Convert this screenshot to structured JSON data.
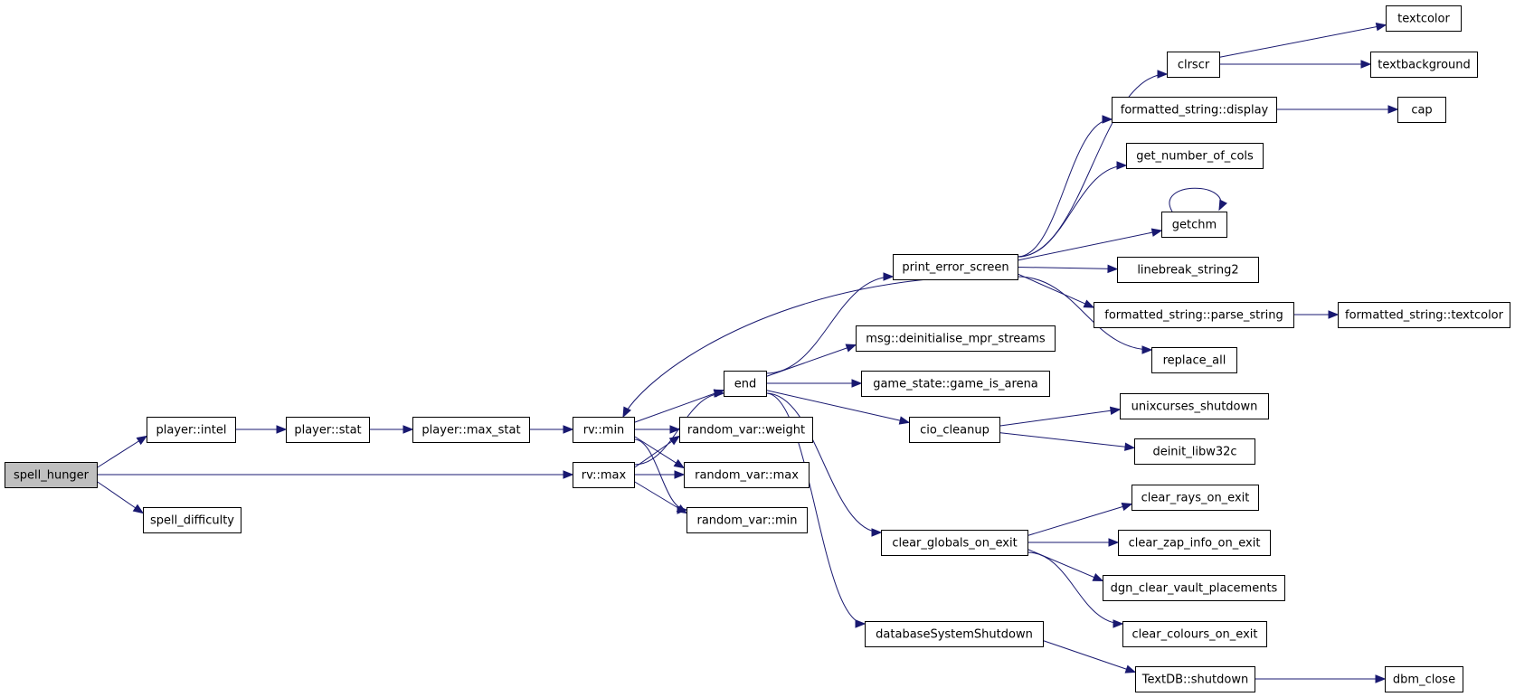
{
  "diagram": {
    "type": "call-graph",
    "root": "spell_hunger",
    "colors": {
      "edge": "#191970",
      "root_fill": "#bfbfbf",
      "node_fill": "#ffffff",
      "border": "#000000"
    },
    "nodes": [
      {
        "id": "spell_hunger",
        "label": "spell_hunger"
      },
      {
        "id": "player_intel",
        "label": "player::intel"
      },
      {
        "id": "spell_difficulty",
        "label": "spell_difficulty"
      },
      {
        "id": "player_stat",
        "label": "player::stat"
      },
      {
        "id": "player_max_stat",
        "label": "player::max_stat"
      },
      {
        "id": "rv_min",
        "label": "rv::min"
      },
      {
        "id": "rv_max",
        "label": "rv::max"
      },
      {
        "id": "end",
        "label": "end"
      },
      {
        "id": "rvar_weight",
        "label": "random_var::weight"
      },
      {
        "id": "rvar_max",
        "label": "random_var::max"
      },
      {
        "id": "rvar_min",
        "label": "random_var::min"
      },
      {
        "id": "print_error_screen",
        "label": "print_error_screen"
      },
      {
        "id": "msg_deinit",
        "label": "msg::deinitialise_mpr_streams"
      },
      {
        "id": "game_is_arena",
        "label": "game_state::game_is_arena"
      },
      {
        "id": "cio_cleanup",
        "label": "cio_cleanup"
      },
      {
        "id": "clear_globals_on_exit",
        "label": "clear_globals_on_exit"
      },
      {
        "id": "databaseSystemShutdown",
        "label": "databaseSystemShutdown"
      },
      {
        "id": "clrscr",
        "label": "clrscr"
      },
      {
        "id": "fs_display",
        "label": "formatted_string::display"
      },
      {
        "id": "get_number_of_cols",
        "label": "get_number_of_cols"
      },
      {
        "id": "getchm",
        "label": "getchm"
      },
      {
        "id": "linebreak_string2",
        "label": "linebreak_string2"
      },
      {
        "id": "fs_parse_string",
        "label": "formatted_string::parse_string"
      },
      {
        "id": "replace_all",
        "label": "replace_all"
      },
      {
        "id": "unixcurses_shutdown",
        "label": "unixcurses_shutdown"
      },
      {
        "id": "deinit_libw32c",
        "label": "deinit_libw32c"
      },
      {
        "id": "clear_rays_on_exit",
        "label": "clear_rays_on_exit"
      },
      {
        "id": "clear_zap_info_on_exit",
        "label": "clear_zap_info_on_exit"
      },
      {
        "id": "dgn_clear_vault_placements",
        "label": "dgn_clear_vault_placements"
      },
      {
        "id": "clear_colours_on_exit",
        "label": "clear_colours_on_exit"
      },
      {
        "id": "textdb_shutdown",
        "label": "TextDB::shutdown"
      },
      {
        "id": "textcolor",
        "label": "textcolor"
      },
      {
        "id": "textbackground",
        "label": "textbackground"
      },
      {
        "id": "cap",
        "label": "cap"
      },
      {
        "id": "fs_textcolor",
        "label": "formatted_string::textcolor"
      },
      {
        "id": "dbm_close",
        "label": "dbm_close"
      }
    ],
    "edges": [
      {
        "from": "spell_hunger",
        "to": "player_intel"
      },
      {
        "from": "spell_hunger",
        "to": "rv_max"
      },
      {
        "from": "spell_hunger",
        "to": "spell_difficulty"
      },
      {
        "from": "player_intel",
        "to": "player_stat"
      },
      {
        "from": "player_stat",
        "to": "player_max_stat"
      },
      {
        "from": "player_max_stat",
        "to": "rv_min"
      },
      {
        "from": "rv_min",
        "to": "end"
      },
      {
        "from": "rv_min",
        "to": "rvar_weight"
      },
      {
        "from": "rv_min",
        "to": "rvar_max"
      },
      {
        "from": "rv_min",
        "to": "rvar_min"
      },
      {
        "from": "rv_max",
        "to": "end"
      },
      {
        "from": "rv_max",
        "to": "rvar_weight"
      },
      {
        "from": "rv_max",
        "to": "rvar_max"
      },
      {
        "from": "rv_max",
        "to": "rvar_min"
      },
      {
        "from": "end",
        "to": "print_error_screen"
      },
      {
        "from": "end",
        "to": "msg_deinit"
      },
      {
        "from": "end",
        "to": "game_is_arena"
      },
      {
        "from": "end",
        "to": "cio_cleanup"
      },
      {
        "from": "end",
        "to": "clear_globals_on_exit"
      },
      {
        "from": "end",
        "to": "databaseSystemShutdown"
      },
      {
        "from": "print_error_screen",
        "to": "rv_min"
      },
      {
        "from": "print_error_screen",
        "to": "clrscr"
      },
      {
        "from": "print_error_screen",
        "to": "fs_display"
      },
      {
        "from": "print_error_screen",
        "to": "get_number_of_cols"
      },
      {
        "from": "print_error_screen",
        "to": "getchm"
      },
      {
        "from": "print_error_screen",
        "to": "linebreak_string2"
      },
      {
        "from": "print_error_screen",
        "to": "fs_parse_string"
      },
      {
        "from": "print_error_screen",
        "to": "replace_all"
      },
      {
        "from": "clrscr",
        "to": "textcolor"
      },
      {
        "from": "clrscr",
        "to": "textbackground"
      },
      {
        "from": "fs_display",
        "to": "cap"
      },
      {
        "from": "getchm",
        "to": "getchm"
      },
      {
        "from": "fs_parse_string",
        "to": "fs_textcolor"
      },
      {
        "from": "cio_cleanup",
        "to": "unixcurses_shutdown"
      },
      {
        "from": "cio_cleanup",
        "to": "deinit_libw32c"
      },
      {
        "from": "clear_globals_on_exit",
        "to": "clear_rays_on_exit"
      },
      {
        "from": "clear_globals_on_exit",
        "to": "clear_zap_info_on_exit"
      },
      {
        "from": "clear_globals_on_exit",
        "to": "dgn_clear_vault_placements"
      },
      {
        "from": "clear_globals_on_exit",
        "to": "clear_colours_on_exit"
      },
      {
        "from": "databaseSystemShutdown",
        "to": "textdb_shutdown"
      },
      {
        "from": "textdb_shutdown",
        "to": "dbm_close"
      }
    ]
  }
}
